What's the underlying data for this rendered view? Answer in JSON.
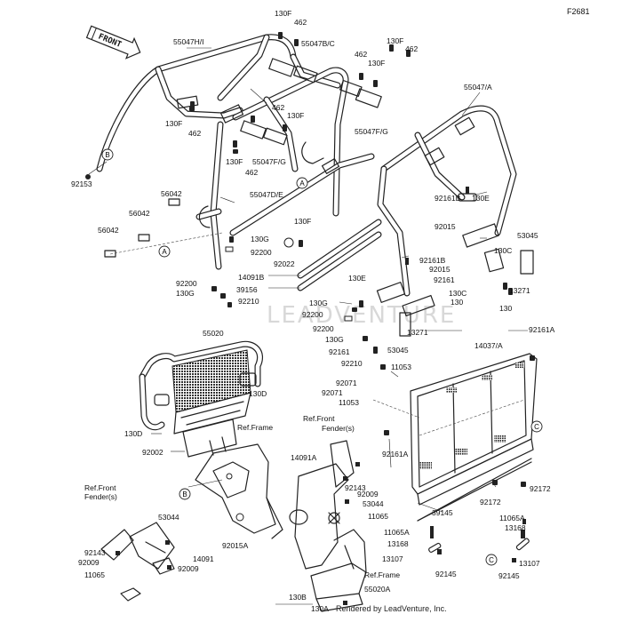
{
  "sheet_id": "F2681",
  "front_label": "FRONT",
  "watermark": "LEADVENTURE",
  "credit": "Rendered by LeadVenture, Inc.",
  "callouts": [
    "A",
    "A",
    "B",
    "B",
    "C",
    "C"
  ],
  "part_labels": [
    "130F",
    "462",
    "55047H/I",
    "55047B/C",
    "130F",
    "462",
    "462",
    "130F",
    "55047/A",
    "130F",
    "462",
    "462",
    "130F",
    "55047F/G",
    "130F",
    "462",
    "55047F/G",
    "92153",
    "56042",
    "56042",
    "56042",
    "55047D/E",
    "130F",
    "130G",
    "92200",
    "92022",
    "92161B",
    "130E",
    "92015",
    "53045",
    "92161B",
    "92015",
    "130C",
    "14091B",
    "39156",
    "92161",
    "13271",
    "92200",
    "130G",
    "92210",
    "130E",
    "130C",
    "130",
    "130",
    "130G",
    "92200",
    "13271",
    "92200",
    "53045",
    "130G",
    "92161",
    "92210",
    "55020",
    "14037/A",
    "92161A",
    "11053",
    "130D",
    "92071",
    "92071",
    "11053",
    "130D",
    "92002",
    "Ref.Frame",
    "Ref.Front",
    "Fender(s)",
    "14091A",
    "92143",
    "92009",
    "92161A",
    "53044",
    "11065",
    "92172",
    "92172",
    "39145",
    "Ref.Front",
    "Fender(s)",
    "53044",
    "92143",
    "92009",
    "11065",
    "14091",
    "92009",
    "92015A",
    "11065A",
    "13168",
    "13107",
    "92145",
    "11065A",
    "13168",
    "13107",
    "92145",
    "130B",
    "Ref.Frame",
    "55020A",
    "130A"
  ]
}
